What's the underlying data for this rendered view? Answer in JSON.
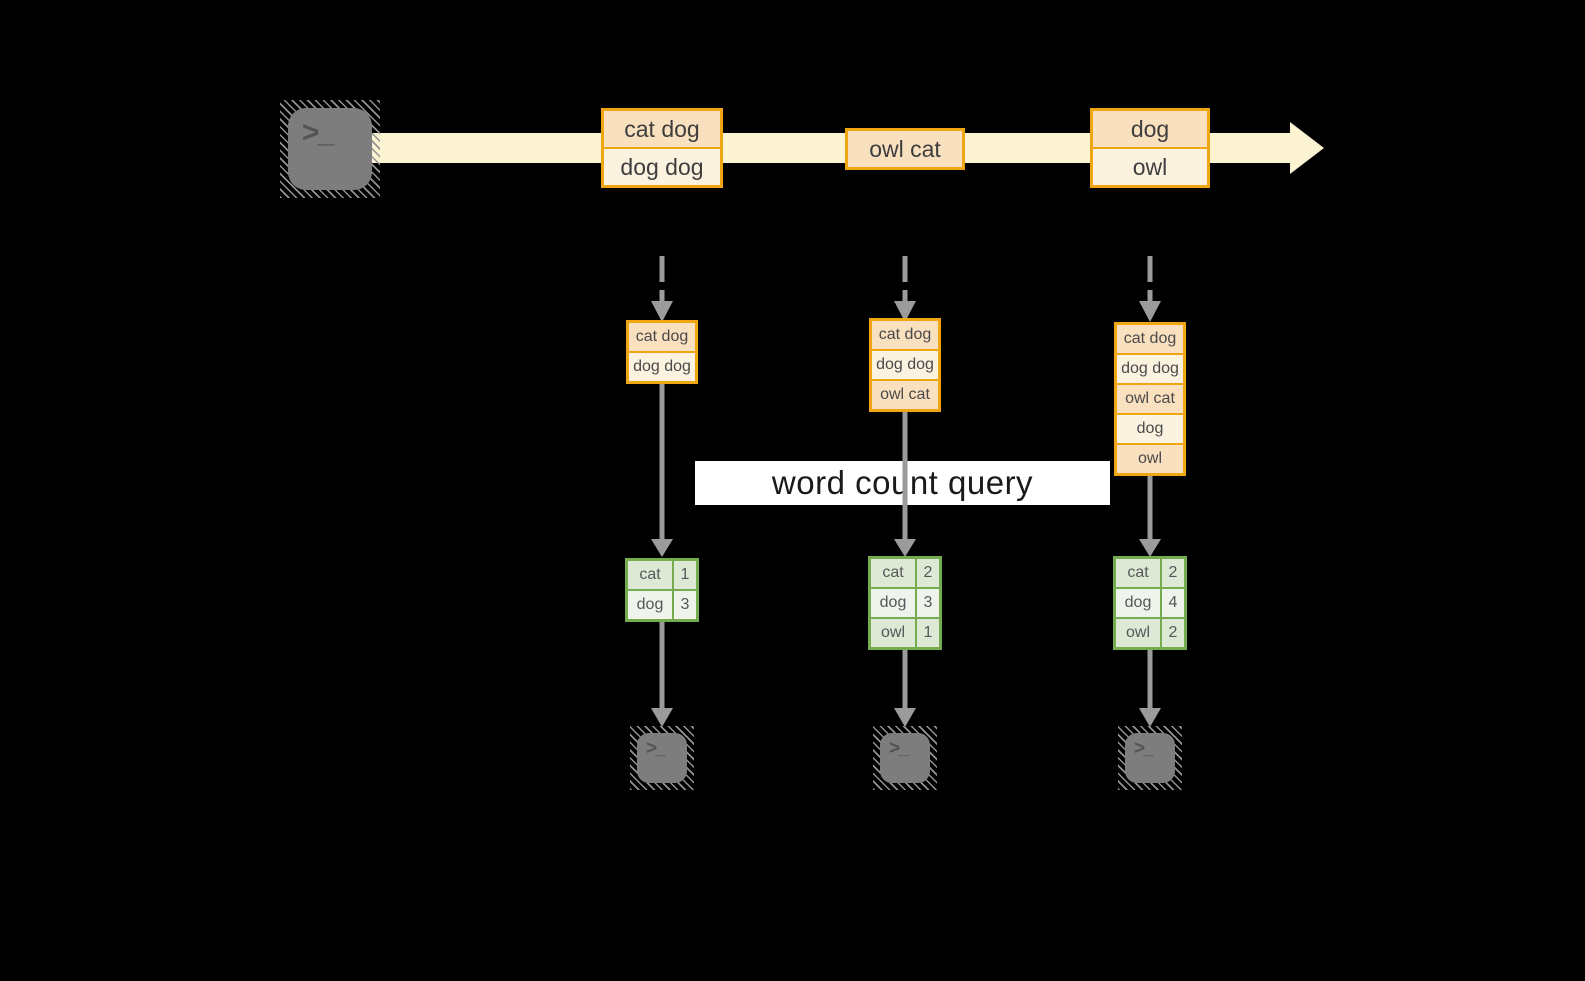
{
  "query_label": "word count query",
  "icons": {
    "terminal_glyph": ">_"
  },
  "colors": {
    "accent_orange": "#F0A512",
    "cell_peach_dark": "#F9E0BE",
    "cell_peach_light": "#FCF2E0",
    "stream_yellow": "#FCF3D3",
    "accent_green": "#76AC50",
    "cell_green_dark": "#DDE9D4",
    "cell_green_light": "#EEF4EB",
    "arrow_gray": "#9B9B9B",
    "terminal_gray": "#7D7D7D"
  },
  "stream": {
    "batches": [
      {
        "lines": [
          "cat dog",
          "dog dog"
        ]
      },
      {
        "lines": [
          "owl cat"
        ]
      },
      {
        "lines": [
          "dog",
          "owl"
        ]
      }
    ]
  },
  "states": [
    {
      "lines": [
        "cat dog",
        "dog dog"
      ]
    },
    {
      "lines": [
        "cat dog",
        "dog dog",
        "owl cat"
      ]
    },
    {
      "lines": [
        "cat dog",
        "dog dog",
        "owl cat",
        "dog",
        "owl"
      ]
    }
  ],
  "results": [
    {
      "rows": [
        {
          "word": "cat",
          "count": "1"
        },
        {
          "word": "dog",
          "count": "3"
        }
      ]
    },
    {
      "rows": [
        {
          "word": "cat",
          "count": "2"
        },
        {
          "word": "dog",
          "count": "3"
        },
        {
          "word": "owl",
          "count": "1"
        }
      ]
    },
    {
      "rows": [
        {
          "word": "cat",
          "count": "2"
        },
        {
          "word": "dog",
          "count": "4"
        },
        {
          "word": "owl",
          "count": "2"
        }
      ]
    }
  ]
}
